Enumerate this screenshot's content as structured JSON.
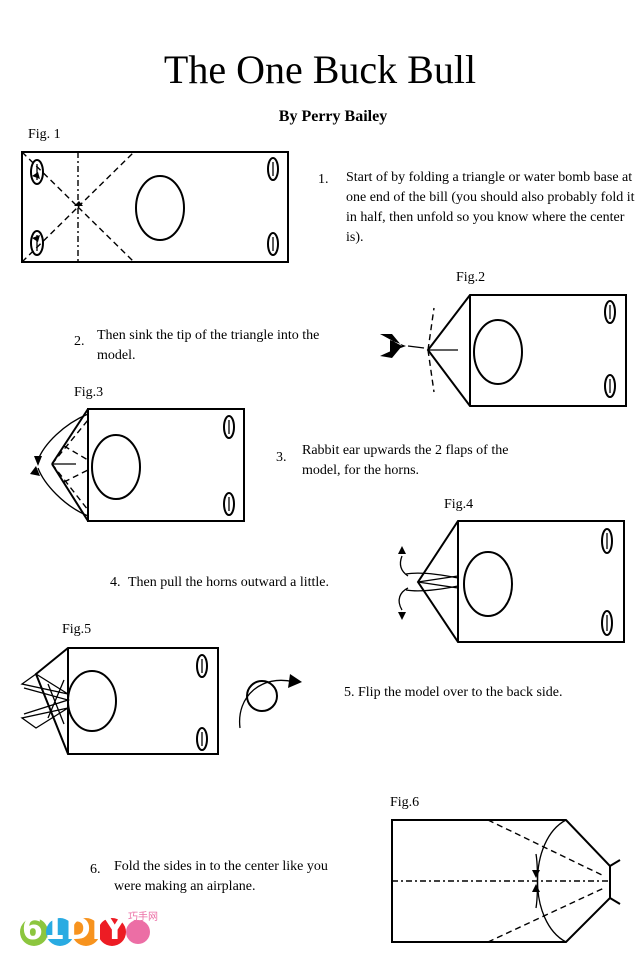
{
  "title": "The One Buck Bull",
  "author": "By Perry Bailey",
  "figures": {
    "fig1": "Fig. 1",
    "fig2": "Fig.2",
    "fig3": "Fig.3",
    "fig4": "Fig.4",
    "fig5": "Fig.5",
    "fig6": "Fig.6"
  },
  "steps": [
    {
      "num": "1.",
      "text": "Start of by folding a triangle or water bomb base at one end of the bill (you should also probably fold it in half, then unfold so you know where the center is)."
    },
    {
      "num": "2.",
      "text": "Then sink the tip of the triangle into the model."
    },
    {
      "num": "3.",
      "text": "Rabbit ear upwards the 2 flaps of the model, for the horns."
    },
    {
      "num": "4.",
      "text": "Then pull the horns outward a little."
    },
    {
      "num": "5.",
      "text": "Flip the model over to the back side."
    },
    {
      "num": "6.",
      "text": "Fold the sides in to the center like you were making an airplane."
    }
  ],
  "logo": {
    "text": "61DIY",
    "sub": "巧手网"
  },
  "colors": {
    "logo_green": "#8cc63f",
    "logo_blue": "#29abe2",
    "logo_orange": "#f7931e",
    "logo_red": "#ed1c24",
    "logo_pink": "#ec6ea5"
  }
}
